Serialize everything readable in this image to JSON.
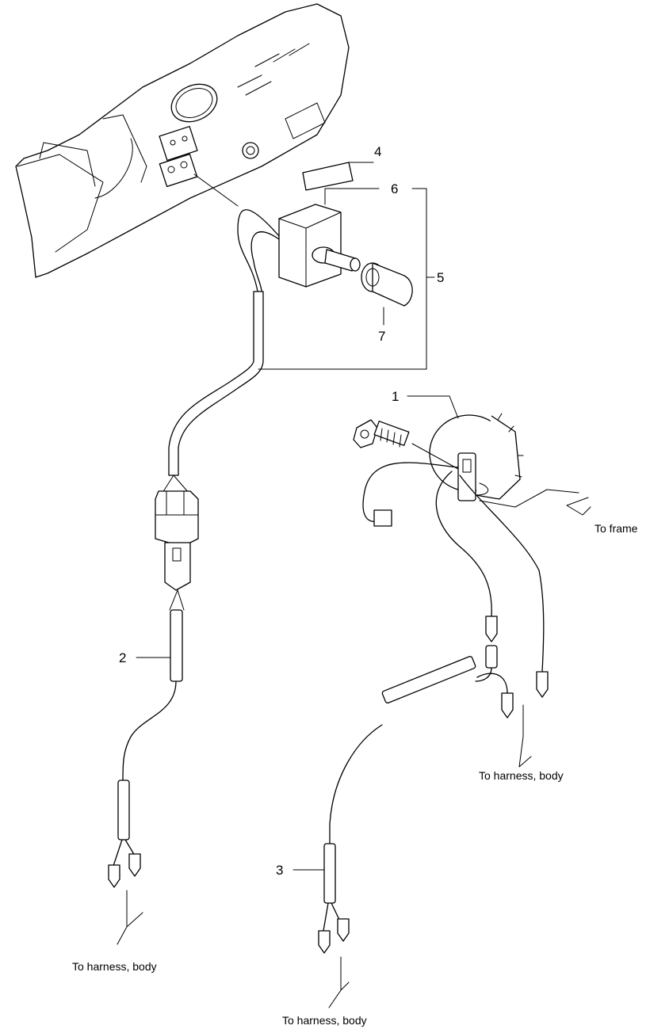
{
  "callouts": {
    "c1": "1",
    "c2": "2",
    "c3": "3",
    "c4": "4",
    "c5": "5",
    "c6": "6",
    "c7": "7"
  },
  "notes": {
    "to_frame": "To frame",
    "to_harness_body_right": "To harness, body",
    "to_harness_body_left": "To harness, body",
    "to_harness_body_bottom": "To harness, body"
  }
}
